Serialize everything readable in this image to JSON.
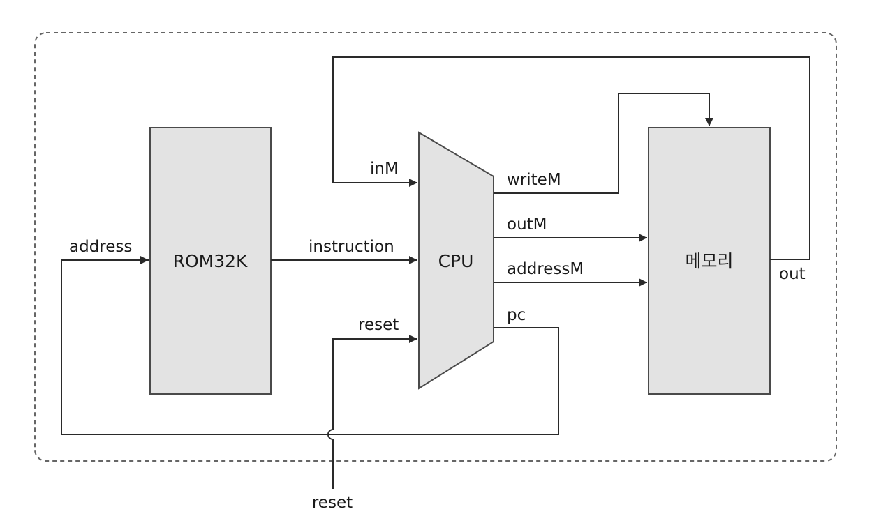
{
  "blocks": {
    "rom": "ROM32K",
    "cpu": "CPU",
    "memory": "메모리"
  },
  "signals": {
    "address": "address",
    "instruction": "instruction",
    "inM": "inM",
    "reset_in": "reset",
    "writeM": "writeM",
    "outM": "outM",
    "addressM": "addressM",
    "pc": "pc",
    "out": "out",
    "reset_external": "reset"
  },
  "colors": {
    "block_fill": "#e3e3e3",
    "line": "#2a2a2a",
    "frame": "#666666"
  }
}
